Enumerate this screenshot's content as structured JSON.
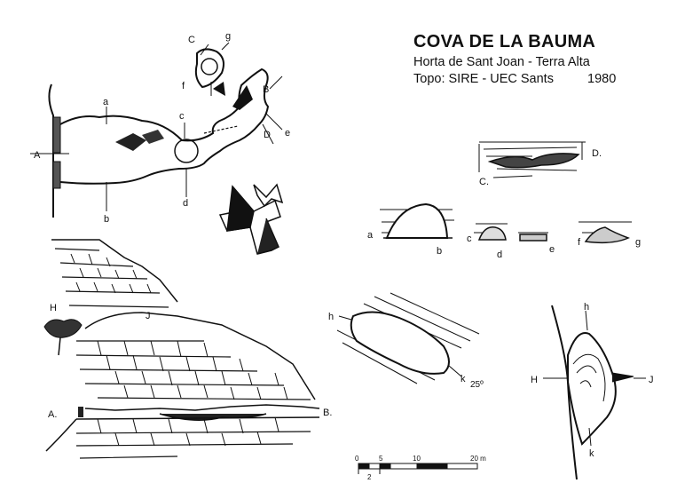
{
  "header": {
    "title": "COVA DE LA BAUMA",
    "location": "Horta de Sant Joan - Terra Alta",
    "topo": "Topo: SIRE - UEC Sants",
    "year": "1980"
  },
  "plan_labels": {
    "a": "a",
    "b": "b",
    "c": "c",
    "d": "d",
    "e": "e",
    "f": "f",
    "g": "g",
    "A": "A",
    "B": "B",
    "C": "C",
    "D": "D"
  },
  "sections": {
    "cd_a": "C.",
    "cd_b": "D.",
    "ab_a": "a",
    "ab_b": "b",
    "c": "c",
    "d": "d",
    "e": "e",
    "f": "f",
    "g": "g"
  },
  "profile_labels": {
    "H": "H",
    "J": "J",
    "A": "A.",
    "B": "B."
  },
  "slope_section": {
    "h": "h",
    "k": "k",
    "angle": "25º"
  },
  "cross_section": {
    "h": "h",
    "k": "k",
    "H": "H",
    "J": "J"
  },
  "scale": {
    "zero": "0",
    "five": "5",
    "ten": "10",
    "twenty": "20 m",
    "two": "2"
  }
}
